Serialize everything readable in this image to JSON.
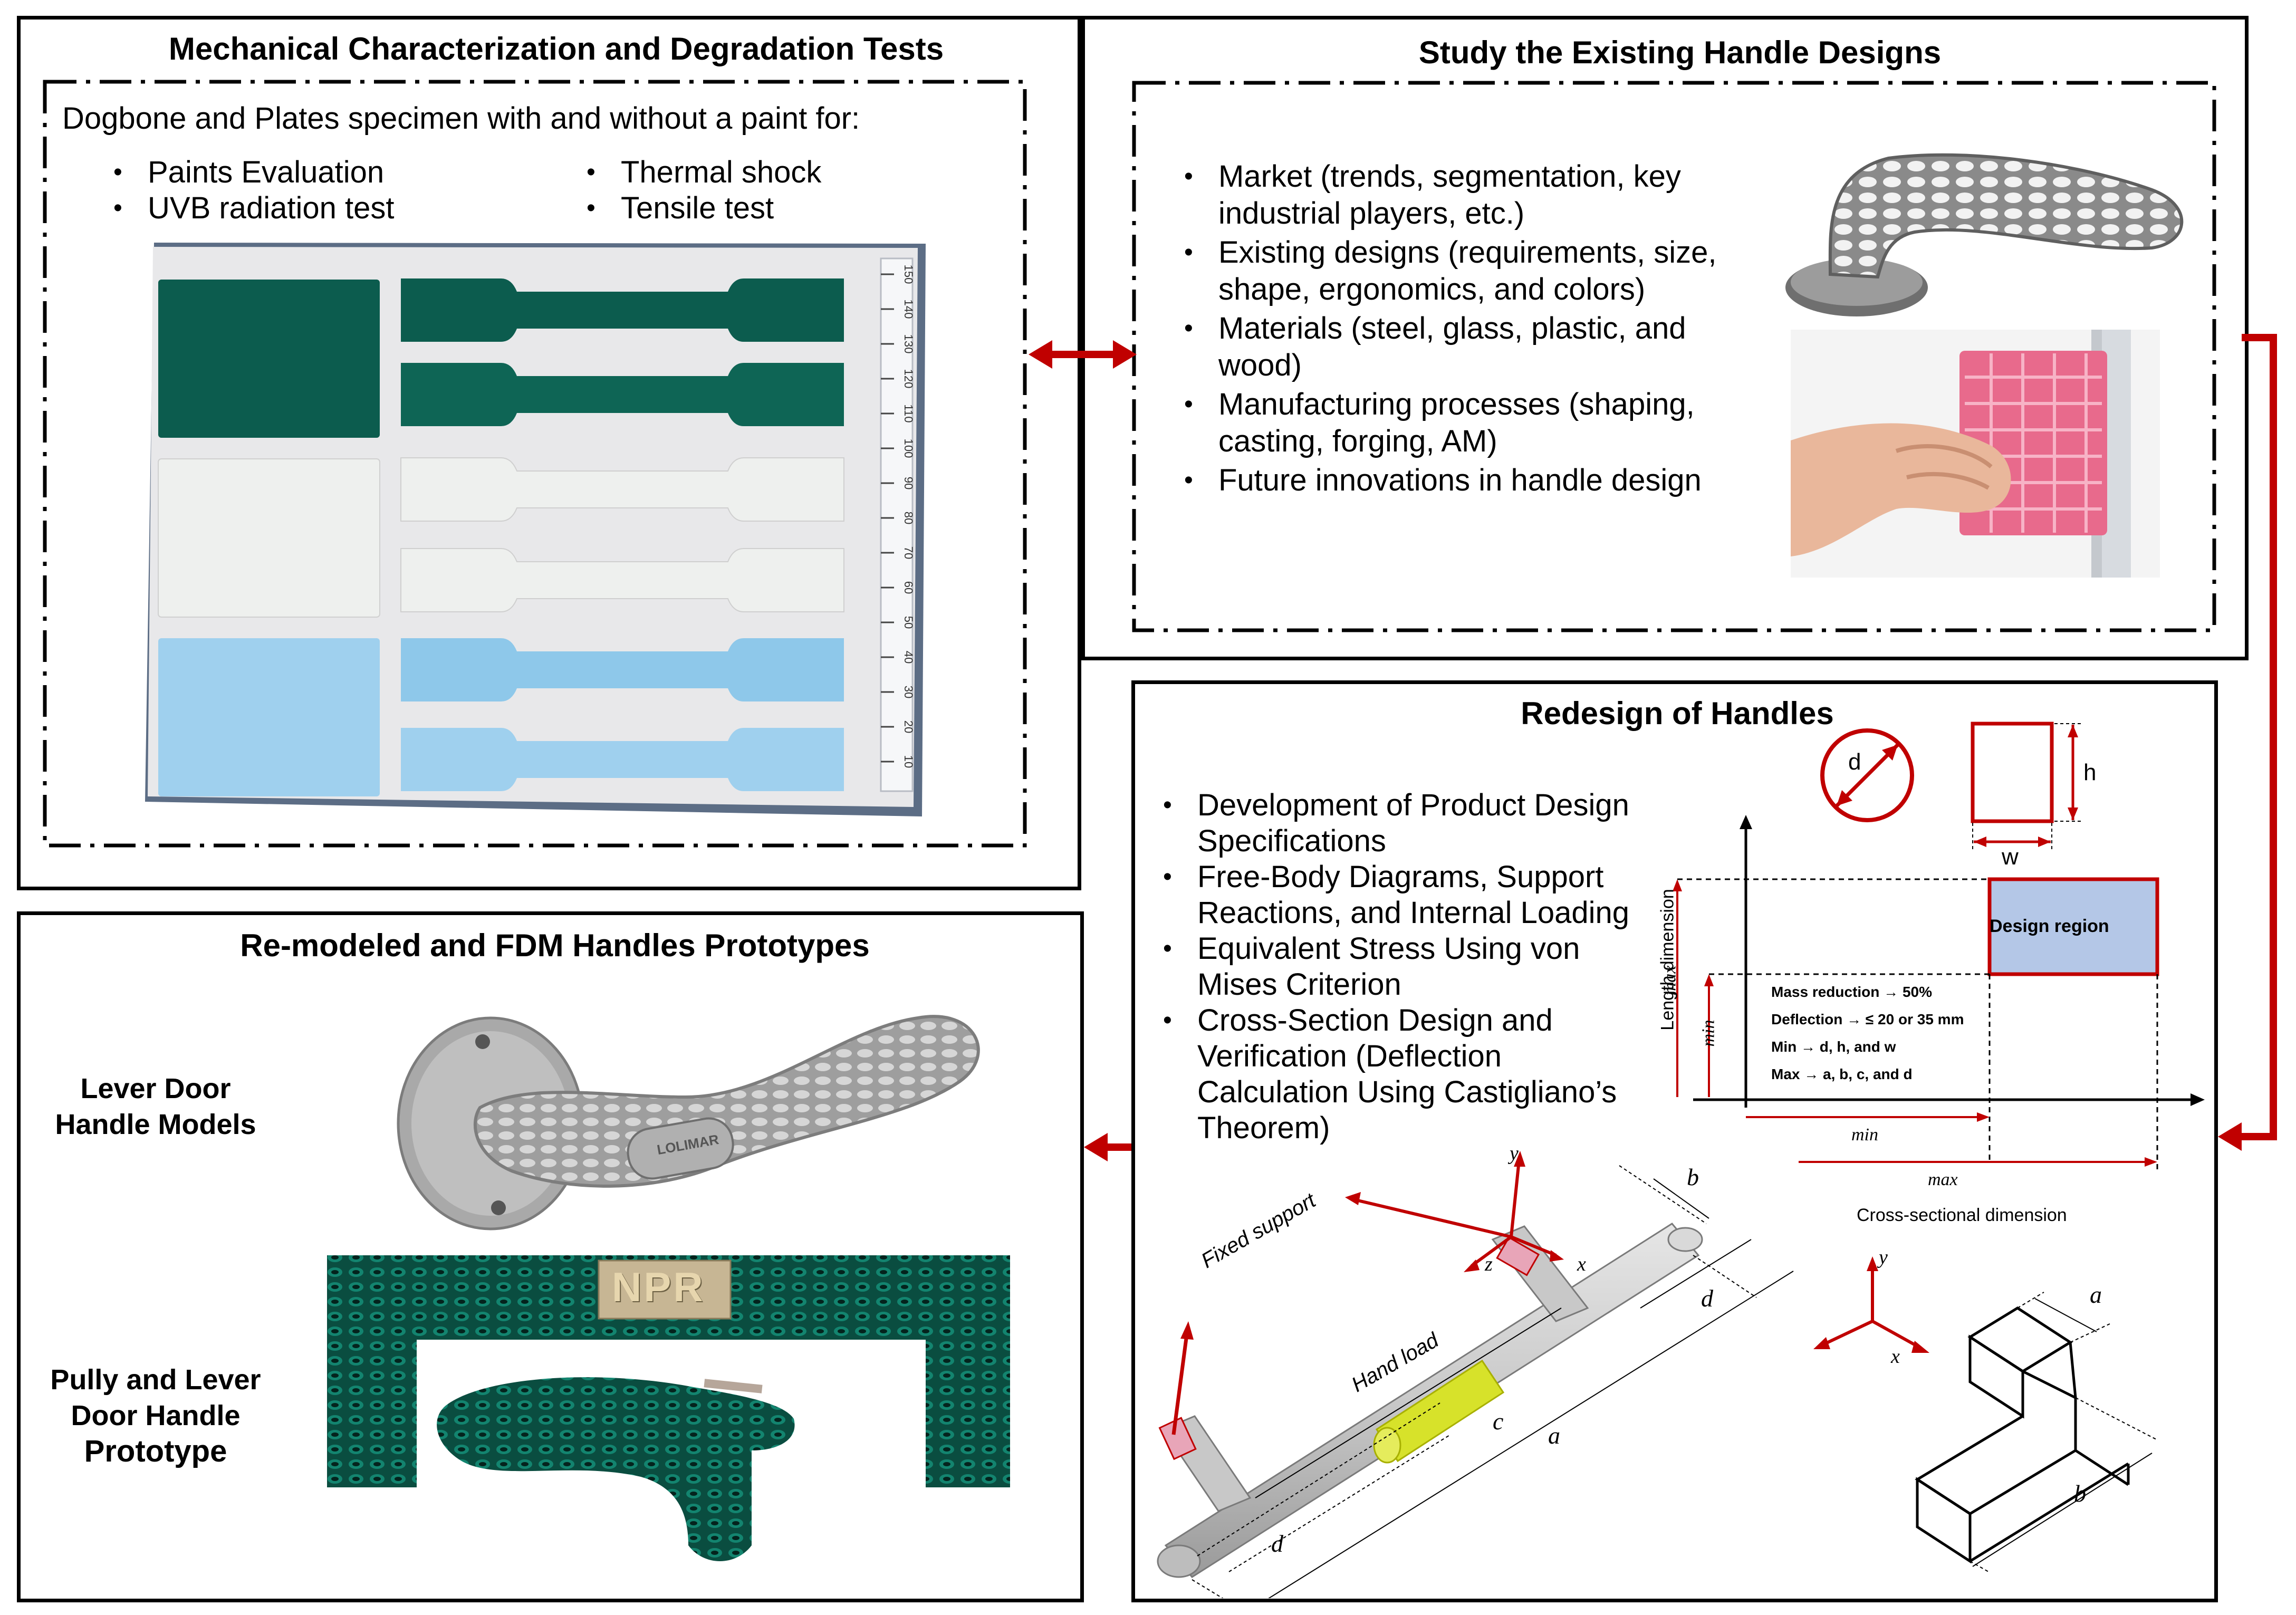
{
  "panel_mech": {
    "title": "Mechanical Characterization and Degradation Tests",
    "intro": "Dogbone and Plates specimen with and without a paint for:",
    "bullets_left": [
      "Paints Evaluation",
      "UVB radiation test"
    ],
    "bullets_right": [
      "Thermal shock",
      "Tensile test"
    ],
    "ruler_ticks": [
      "150",
      "140",
      "130",
      "120",
      "110",
      "100",
      "90",
      "80",
      "70",
      "60",
      "50",
      "40",
      "30",
      "20",
      "10"
    ]
  },
  "panel_study": {
    "title": "Study the Existing Handle Designs",
    "bullets": [
      [
        "Market (trends, segmentation, key",
        "industrial players, etc.)"
      ],
      [
        "Existing designs (requirements, size,",
        "shape, ergonomics, and colors)"
      ],
      [
        "Materials (steel, glass, plastic, and",
        "wood)"
      ],
      [
        "Manufacturing processes (shaping,",
        "casting, forging, AM)"
      ],
      [
        "Future innovations in handle design"
      ]
    ]
  },
  "panel_redesign": {
    "title": "Redesign of Handles",
    "bullets": [
      [
        "Development of Product Design",
        "Specifications"
      ],
      [
        "Free-Body Diagrams, Support",
        "Reactions, and Internal Loading"
      ],
      [
        "Equivalent Stress Using von",
        "Mises Criterion"
      ],
      [
        "Cross-Section Design and",
        "Verification (Deflection",
        "Calculation Using Castigliano’s",
        "Theorem)"
      ]
    ],
    "cross_section": {
      "d": "d",
      "h": "h",
      "w": "w"
    },
    "design_chart": {
      "y_axis_label": "Length dimension",
      "y_max": "max",
      "y_min": "min",
      "x_min": "min",
      "x_max": "max",
      "x_axis_label": "Cross-sectional dimension",
      "region_label": "Design region",
      "notes": [
        "Mass reduction → 50%",
        "Deflection → ≤ 20 or 35 mm",
        "Min    →   d, h, and w",
        "Max    →   a, b, c, and d"
      ]
    },
    "fbd": {
      "fixed_support": "Fixed support",
      "hand_load": "Hand load",
      "dims": {
        "a": "a",
        "b": "b",
        "c": "c",
        "d1": "d",
        "d2": "d"
      },
      "axes": {
        "x": "x",
        "y": "y",
        "z": "z"
      }
    },
    "lshape": {
      "a": "a",
      "b": "b",
      "axes": {
        "x": "x",
        "y": "y"
      }
    }
  },
  "panel_prototypes": {
    "title": "Re-modeled and FDM Handles  Prototypes",
    "label_1": [
      "Lever Door",
      "Handle Models"
    ],
    "label_2": [
      "Pully and Lever",
      "Door Handle",
      "Prototype"
    ],
    "logo_text": "LOLIMAR",
    "badge_text": "NPR"
  },
  "colors": {
    "accent_red": "#c00000",
    "dark_green": "#0c5c4e",
    "light_blue": "#9fd0ee",
    "design_region_fill": "#b4c7e7",
    "hand_load_yellow": "#d7e22a",
    "handle_green": "#0d6b5a",
    "handle_grey": "#b9b9b9"
  }
}
